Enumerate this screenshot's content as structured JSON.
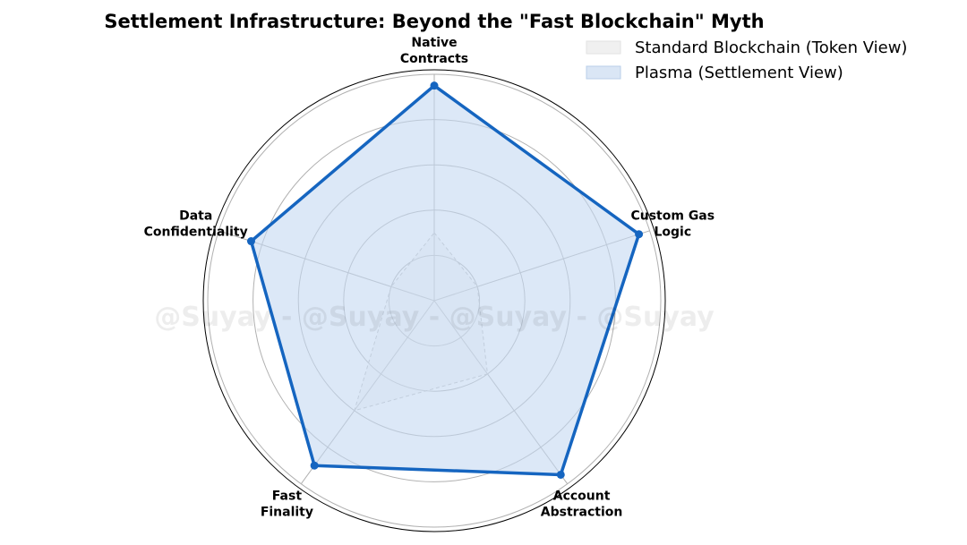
{
  "chart_data": {
    "type": "radar",
    "title": "Settlement Infrastructure: Beyond the \"Fast Blockchain\" Myth",
    "categories": [
      [
        "Native",
        "Contracts"
      ],
      [
        "Custom Gas",
        "Logic"
      ],
      [
        "Account",
        "Abstraction"
      ],
      [
        "Fast",
        "Finality"
      ],
      [
        "Data",
        "Confidentiality"
      ]
    ],
    "rmax": 10,
    "radial_grid": [
      2,
      4,
      6,
      8,
      10
    ],
    "grid": true,
    "legend_position": "top-right",
    "series": [
      {
        "name": "Standard Blockchain (Token View)",
        "values": [
          3,
          2,
          4,
          6,
          2
        ],
        "style": "dashed",
        "color": "#bdbdbd",
        "fill": "#e6e6e6"
      },
      {
        "name": "Plasma (Settlement View)",
        "values": [
          9.5,
          9.5,
          9.5,
          9.0,
          8.5
        ],
        "style": "solid-markers",
        "color": "#1565c0",
        "fill": "#c5d9f1"
      }
    ],
    "watermark": "@Suyay - @Suyay - @Suyay - @Suyay"
  }
}
